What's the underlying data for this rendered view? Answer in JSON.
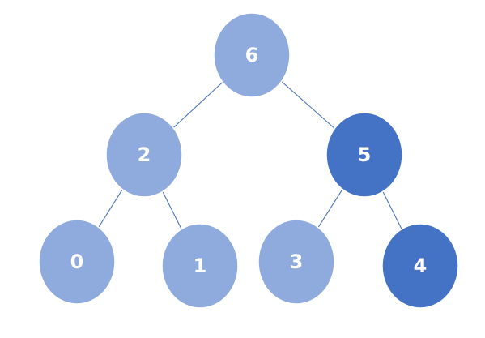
{
  "colors": {
    "light": "#8faadc",
    "dark": "#4472c4",
    "edge": "#4a74b7",
    "label": "#ffffff"
  },
  "tree": {
    "nodes": [
      {
        "id": "n6",
        "label": "6",
        "shade": "light"
      },
      {
        "id": "n2",
        "label": "2",
        "shade": "light"
      },
      {
        "id": "n5",
        "label": "5",
        "shade": "dark"
      },
      {
        "id": "n0",
        "label": "0",
        "shade": "light"
      },
      {
        "id": "n1",
        "label": "1",
        "shade": "light"
      },
      {
        "id": "n3",
        "label": "3",
        "shade": "light"
      },
      {
        "id": "n4",
        "label": "4",
        "shade": "dark"
      }
    ],
    "edges": [
      {
        "from": "n6",
        "to": "n2"
      },
      {
        "from": "n6",
        "to": "n5"
      },
      {
        "from": "n2",
        "to": "n0"
      },
      {
        "from": "n2",
        "to": "n1"
      },
      {
        "from": "n5",
        "to": "n3"
      },
      {
        "from": "n5",
        "to": "n4"
      }
    ]
  }
}
